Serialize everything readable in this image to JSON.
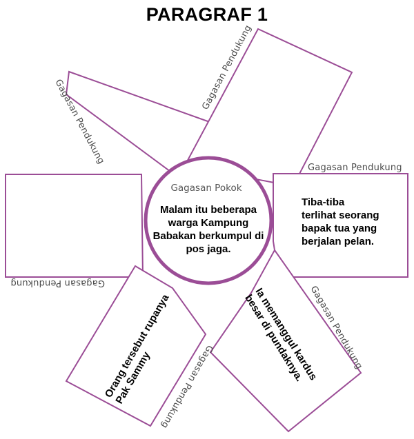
{
  "title": "PARAGRAF 1",
  "diagram": {
    "center": {
      "label": "Gagasan Pokok",
      "text_lines": [
        "Malam itu beberapa",
        "warga Kampung",
        "Babakan berkumpul di",
        "pos jaga."
      ]
    },
    "support_label": "Gagasan Pendukung",
    "boxes": {
      "top_left": {
        "label": "Gagasan Pendukung",
        "text_lines": []
      },
      "top_right": {
        "label": "Gagasan Pendukung",
        "text_lines": []
      },
      "right": {
        "label": "Gagasan Pendukung",
        "text_lines": [
          "Tiba-tiba",
          "terlihat seorang",
          "bapak tua yang",
          "berjalan pelan."
        ]
      },
      "bottom_right": {
        "label": "Gagasan Pendukung",
        "text_lines": [
          "Ia memanggul kardus",
          "besar di pundaknya."
        ]
      },
      "bottom_left": {
        "label": "Gagasan Pendukung",
        "text_lines": [
          "Orang tersebut rupanya",
          "Pak Sammy"
        ]
      },
      "left": {
        "label": "Gagasan Pendukung",
        "text_lines": []
      }
    },
    "colors": {
      "stroke": "#9b4d96",
      "circle": "#9b4d96"
    }
  }
}
